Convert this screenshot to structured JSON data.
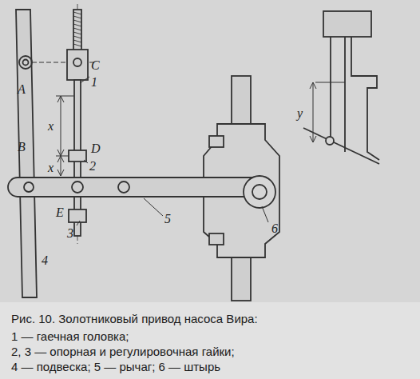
{
  "diagram": {
    "caption": "Рис. 10. Золотниковый привод насоса Вира:",
    "labels": [
      "A",
      "C",
      "1",
      "x",
      "B",
      "x",
      "D",
      "2",
      "E",
      "3",
      "5",
      "4",
      "6",
      "y",
      "1 — гаечная головка;",
      "2, 3 — опорная и регулировочная гайки;",
      "4 — подвеска; 5 — рычаг; 6 — штырь"
    ]
  }
}
